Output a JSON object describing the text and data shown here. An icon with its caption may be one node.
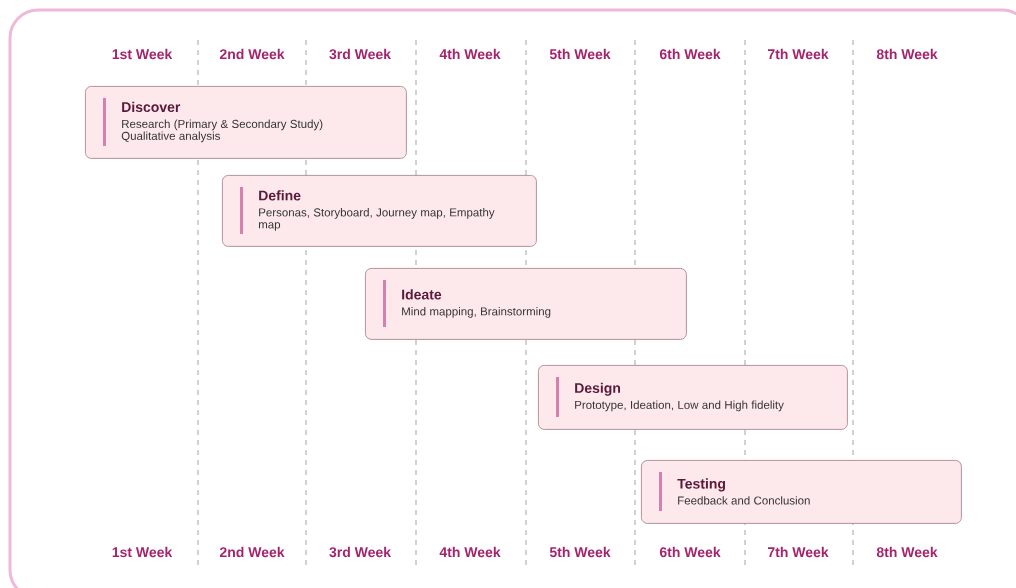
{
  "diagram": {
    "nodes": [
      {
        "text": [
          "Discover",
          "Research (Primary & Secondary Study) Qualitative analysis"
        ]
      },
      {
        "text": [
          "Define",
          "Personas, Storyboard, Journey map, Empathy map"
        ]
      },
      {
        "text": [
          "Ideate",
          "Mind mapping, Brainstorming"
        ]
      },
      {
        "text": [
          "Design",
          "Prototype, Ideation, Low and High fidelity"
        ]
      },
      {
        "text": [
          "Testing",
          "Feedback and Conclusion"
        ]
      }
    ],
    "labels": [
      "1st Week",
      "2nd Week",
      "3rd Week",
      "4th Week",
      "5th Week",
      "6th Week",
      "7th Week",
      "8th Week",
      "1st Week",
      "2nd Week",
      "3rd Week",
      "4th Week",
      "5th Week",
      "6th Week",
      "7th Week",
      "8th Week"
    ]
  }
}
